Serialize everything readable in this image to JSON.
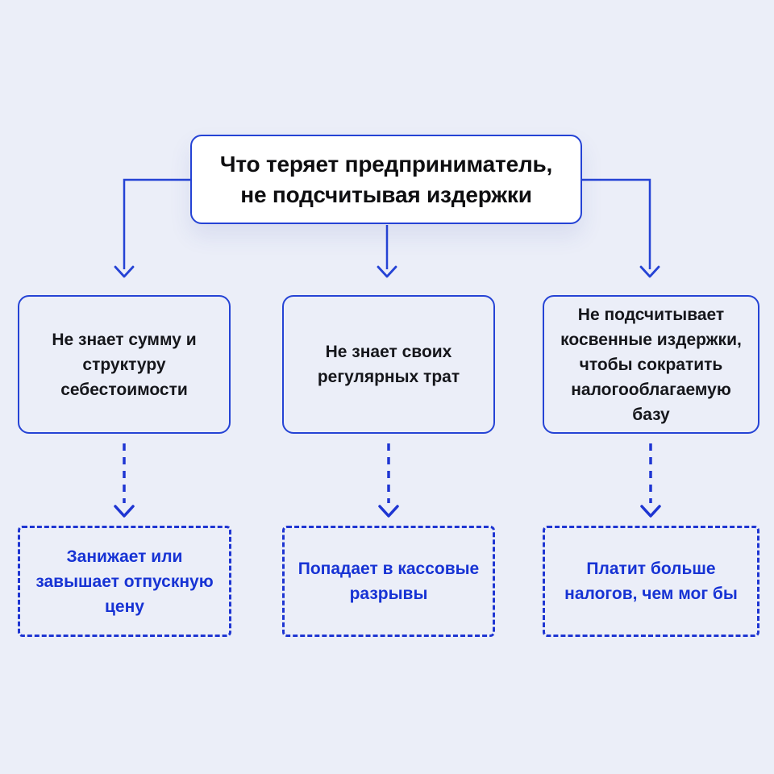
{
  "title": {
    "lines": [
      "Что теряет предприниматель,",
      "не подсчитывая издержки"
    ]
  },
  "causes": [
    "Не знает сумму и структуру себестоимости",
    "Не знает своих регулярных трат",
    "Не подсчитывает косвенные издержки, чтобы сократить налогооблагаемую базу"
  ],
  "effects": [
    "Занижает или завышает отпускную цену",
    "Попадает в кассовые разрывы",
    "Платит больше налогов, чем мог бы"
  ],
  "icons": {
    "solid_connector": "elbow-arrow-down-icon",
    "dashed_connector": "dashed-arrow-down-icon"
  },
  "colors": {
    "background": "#ebeef8",
    "accent_blue": "#2543d5",
    "dashed_blue": "#1e35d2",
    "effect_text_blue": "#1733d4",
    "title_text": "#0e0e10",
    "cause_text": "#15161b",
    "title_box_background": "#ffffff"
  }
}
